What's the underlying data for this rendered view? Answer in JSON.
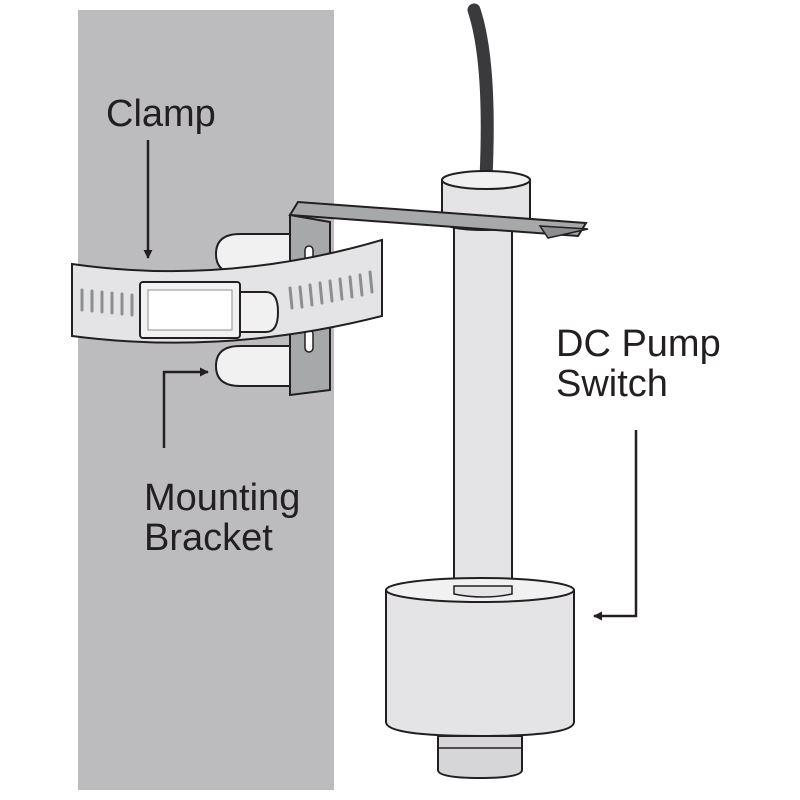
{
  "labels": {
    "clamp": "Clamp",
    "mounting_line1": "Mounting",
    "mounting_line2": "Bracket",
    "pump_line1": "DC Pump",
    "pump_line2": "Switch"
  },
  "icons": [
    "pipe-wall",
    "hose-clamp",
    "mounting-bracket",
    "float-switch",
    "cable",
    "arrow"
  ],
  "colors": {
    "pipe": "#bcbcbe",
    "outline": "#231f20",
    "part_fill": "#e4e4e6",
    "part_fill_light": "#f1f1f2",
    "cable": "#3a3a3c",
    "bracket_metal": "#a7a8aa",
    "text": "#231f20"
  }
}
